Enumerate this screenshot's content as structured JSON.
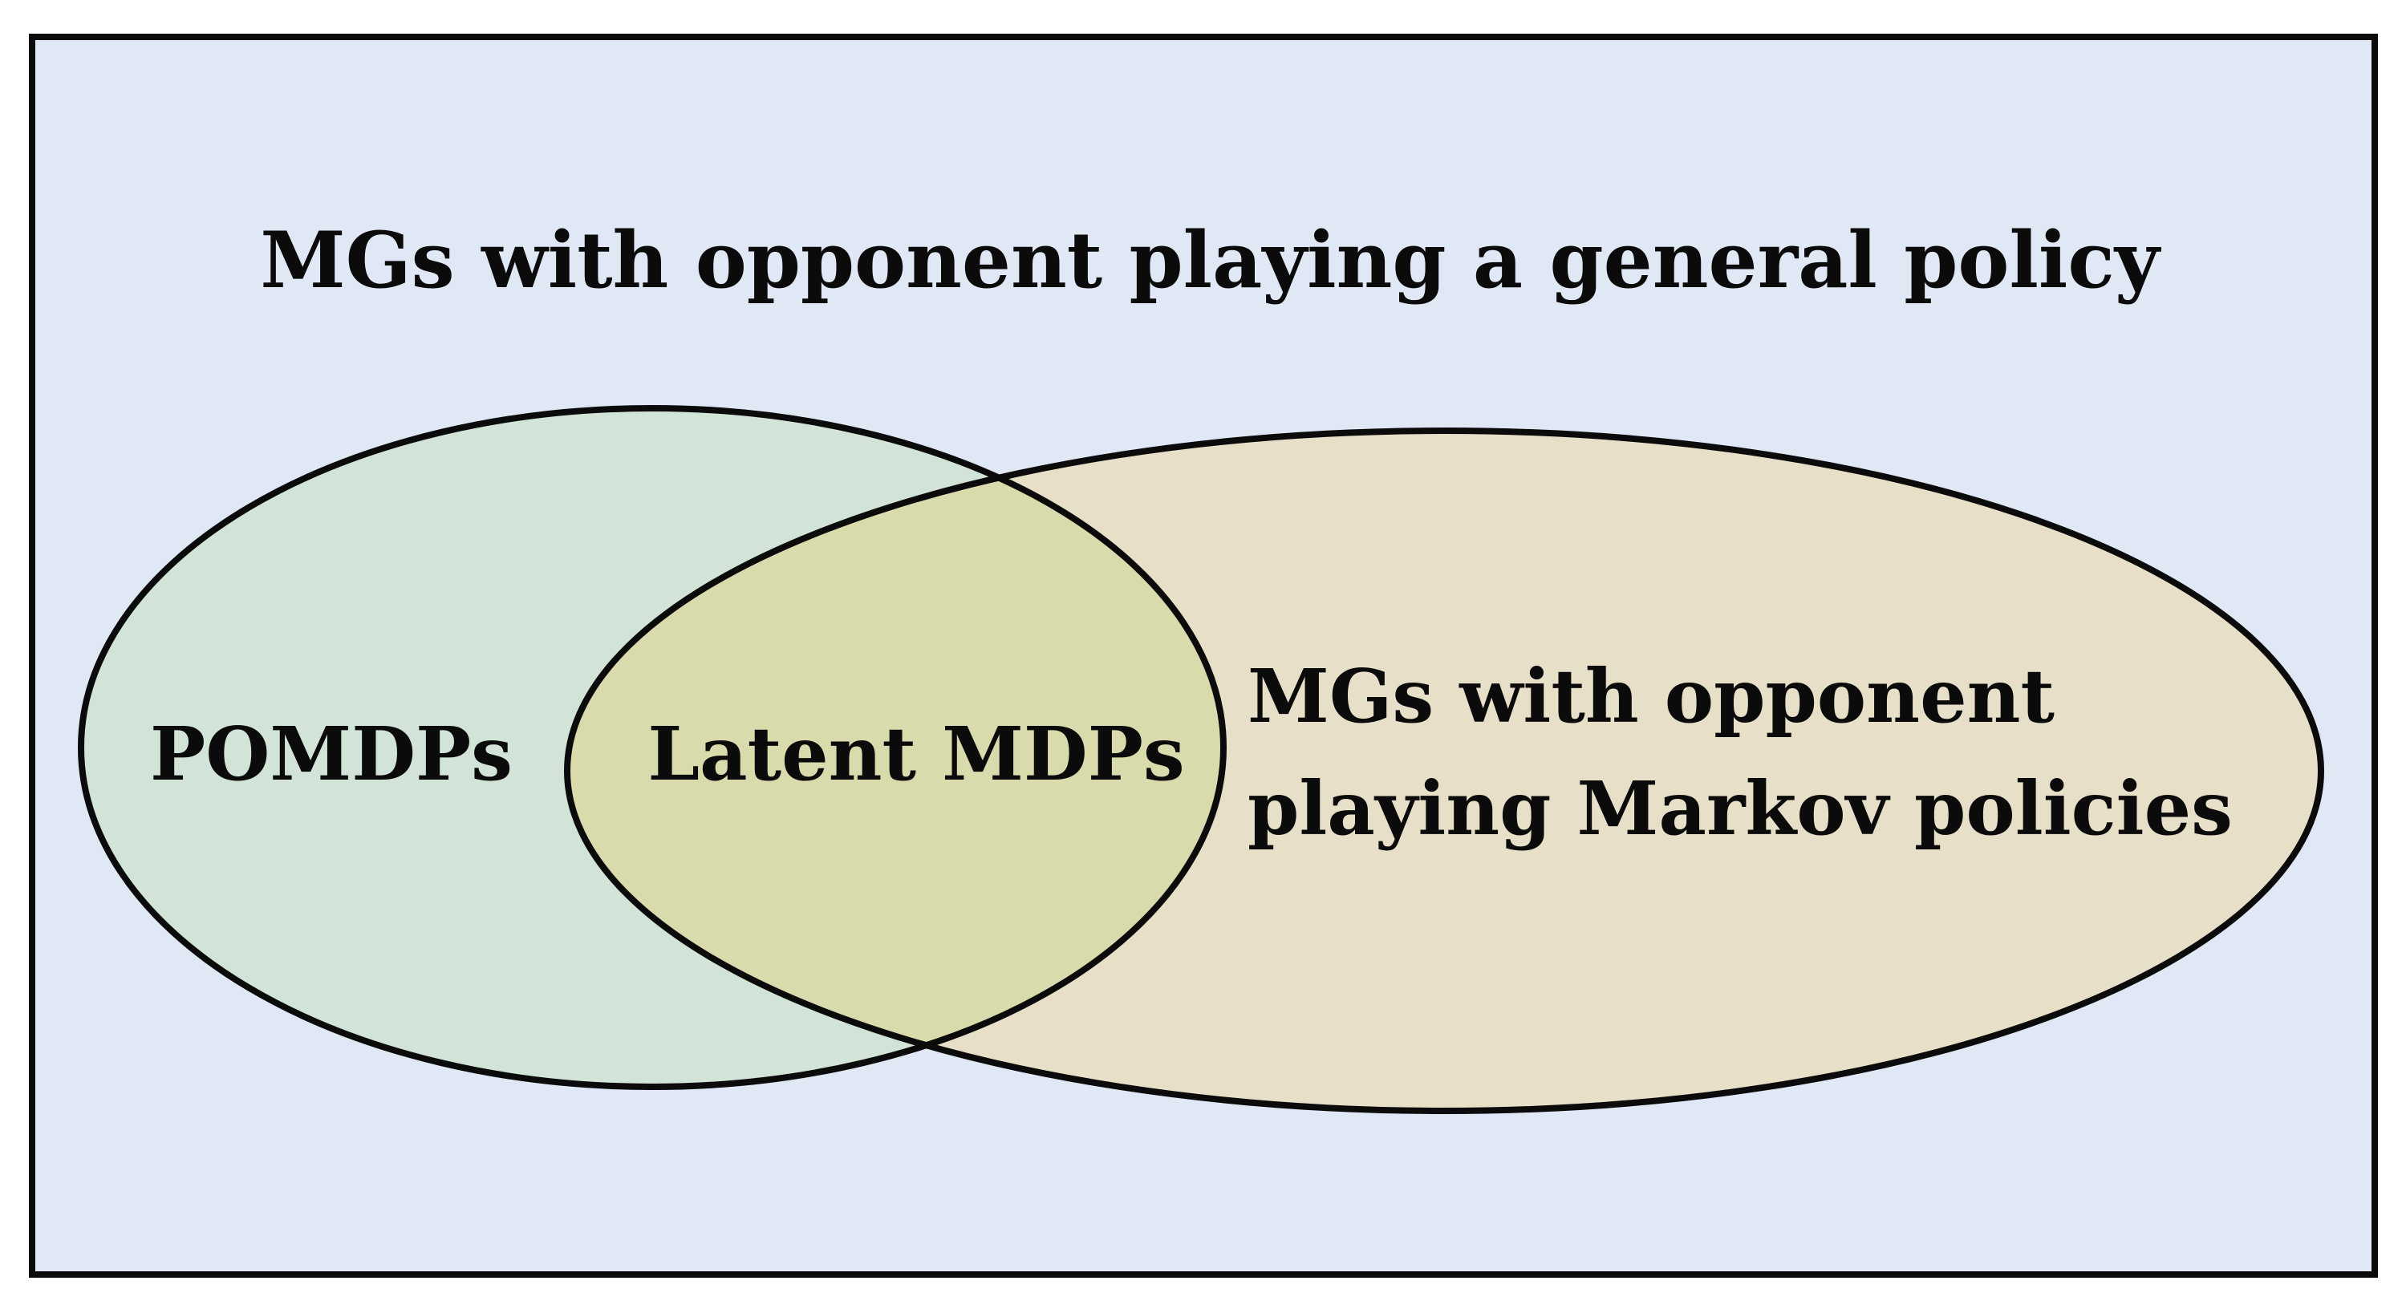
{
  "diagram": {
    "outer": {
      "label": "MGs with opponent playing a general policy",
      "fill": "#e0e8f5"
    },
    "pomdps": {
      "label": "POMDPs",
      "fill": "#d2e4d8"
    },
    "markov": {
      "label_line1": "MGs with opponent",
      "label_line2": "playing Markov policies",
      "fill": "#e7dfc8"
    },
    "intersection": {
      "label": "Latent MDPs",
      "fill": "#d9dbac"
    },
    "stroke": "#0b0b0b"
  }
}
